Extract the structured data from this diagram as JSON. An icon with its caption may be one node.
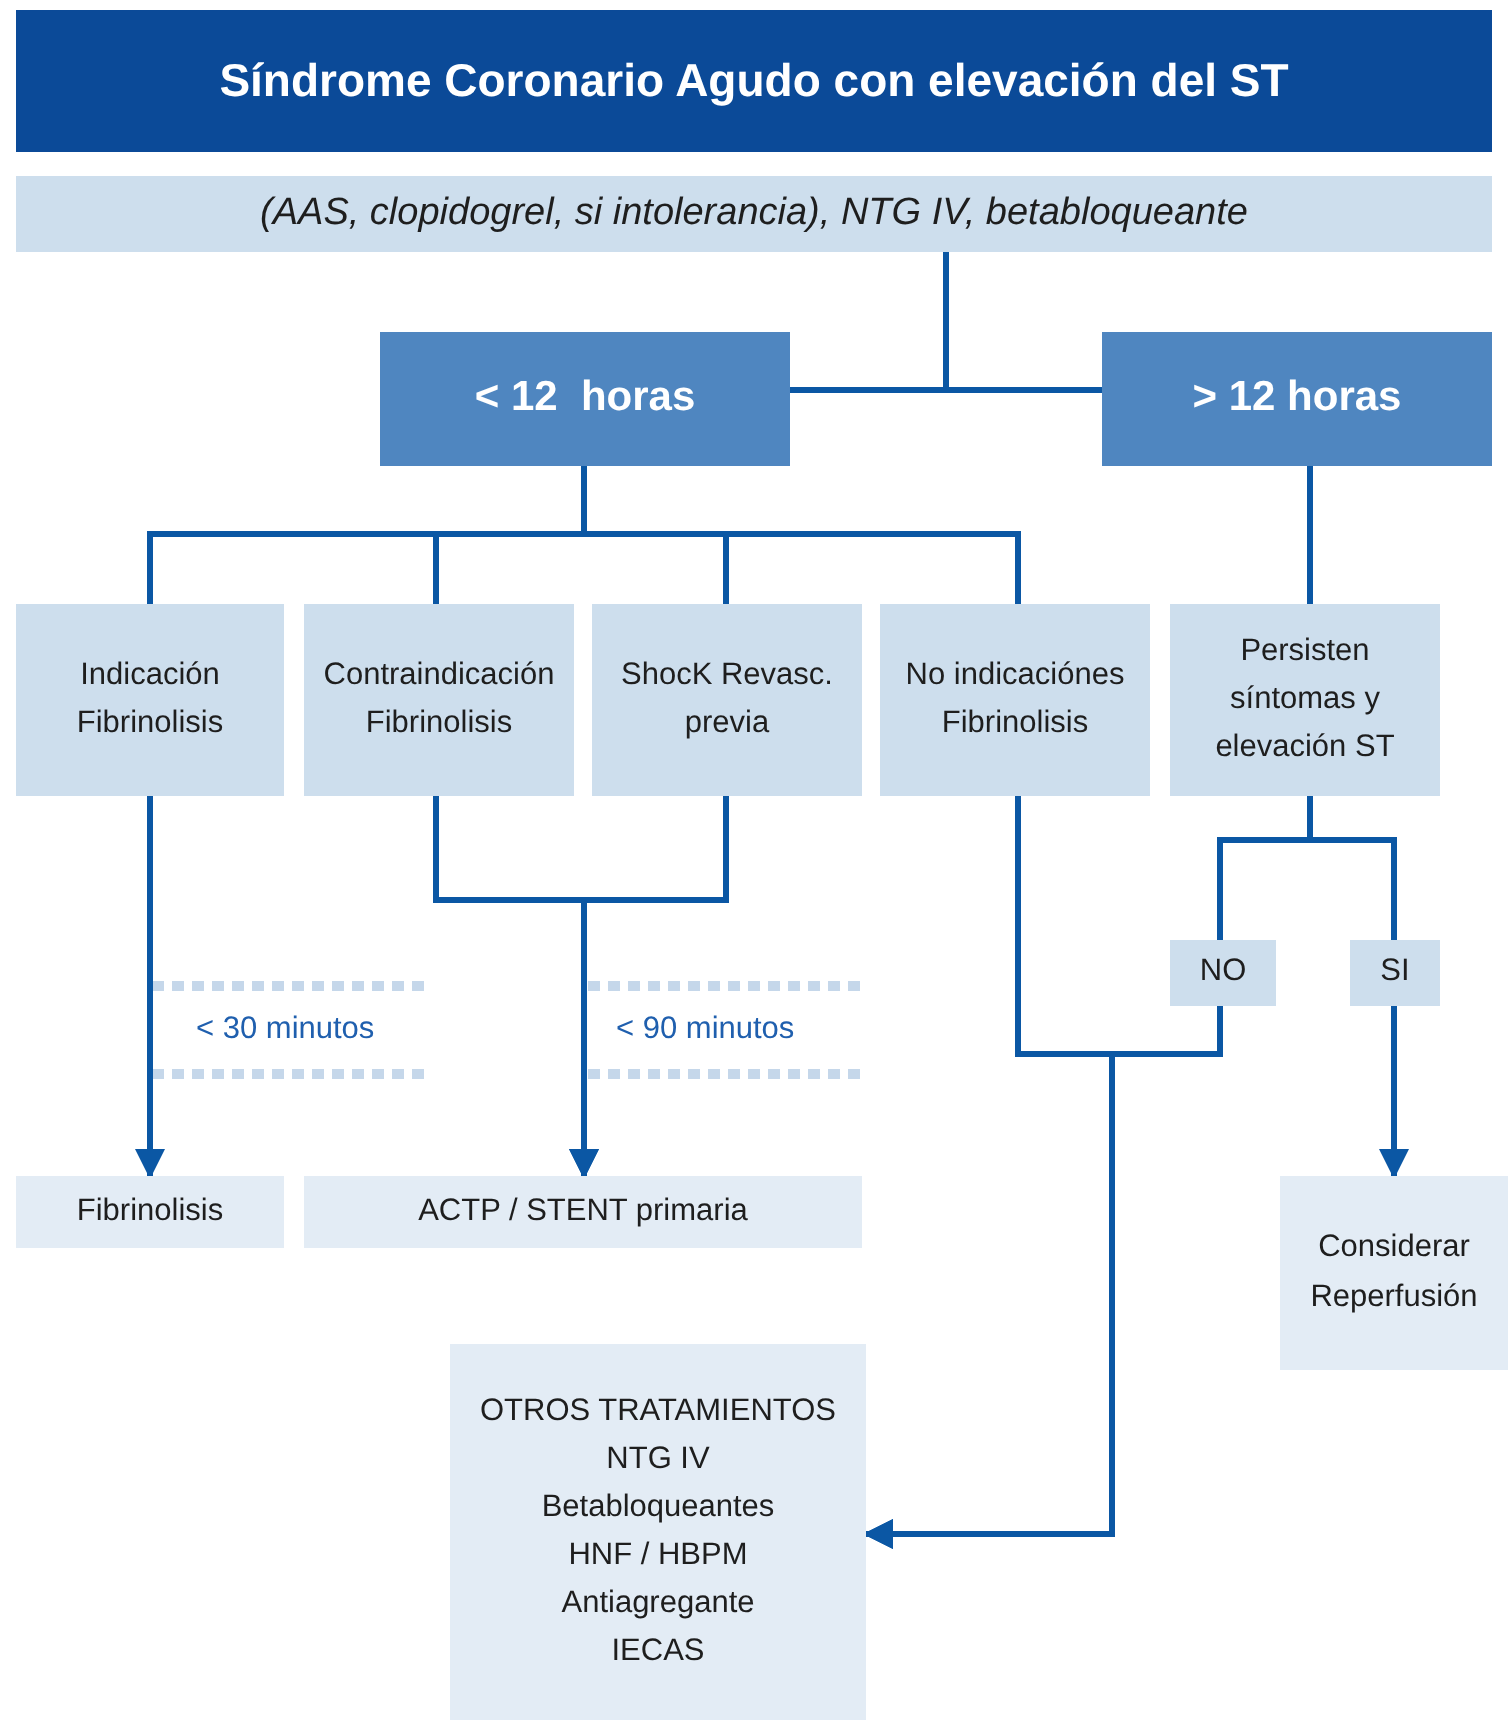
{
  "diagram": {
    "title": "Síndrome Coronario Agudo con elevación del ST",
    "nodes": [
      {
        "text": [
          "(AAS, clopidogrel, si intolerancia), NTG IV, betabloqueante"
        ]
      },
      {
        "text": [
          "< 12  horas"
        ]
      },
      {
        "text": [
          "> 12 horas"
        ]
      },
      {
        "text": [
          "Indicación Fibrinolisis"
        ]
      },
      {
        "text": [
          "Contraindicación Fibrinolisis"
        ]
      },
      {
        "text": [
          "ShocK Revasc. previa"
        ]
      },
      {
        "text": [
          "No indicaciónes Fibrinolisis"
        ]
      },
      {
        "text": [
          "Persisten síntomas y elevación ST"
        ]
      },
      {
        "text": [
          "NO"
        ]
      },
      {
        "text": [
          "SI"
        ]
      },
      {
        "text": [
          "Fibrinolisis"
        ]
      },
      {
        "text": [
          "ACTP / STENT primaria"
        ]
      },
      {
        "text": [
          "Considerar Reperfusión"
        ]
      },
      {
        "text": [
          "OTROS TRATAMIENTOS",
          "NTG IV",
          "Betabloqueantes",
          "HNF / HBPM",
          "Antiagregante",
          "IECAS"
        ]
      }
    ],
    "edges": [
      {
        "from": 0,
        "to": 1,
        "arrow": "none"
      },
      {
        "from": 0,
        "to": 2,
        "arrow": "none"
      },
      {
        "from": 1,
        "to": 3,
        "arrow": "none"
      },
      {
        "from": 1,
        "to": 4,
        "arrow": "none"
      },
      {
        "from": 1,
        "to": 5,
        "arrow": "none"
      },
      {
        "from": 1,
        "to": 6,
        "arrow": "none"
      },
      {
        "from": 2,
        "to": 7,
        "arrow": "none"
      },
      {
        "from": 3,
        "to": 10,
        "arrow": "to"
      },
      {
        "from": 4,
        "to": 11,
        "arrow": "to"
      },
      {
        "from": 5,
        "to": 11,
        "arrow": "to"
      },
      {
        "from": 7,
        "to": 8,
        "arrow": "none"
      },
      {
        "from": 7,
        "to": 9,
        "arrow": "none"
      },
      {
        "from": 9,
        "to": 12,
        "arrow": "to"
      },
      {
        "from": 6,
        "to": 13,
        "arrow": "to"
      },
      {
        "from": 8,
        "to": 13,
        "arrow": "to"
      }
    ],
    "labels": [
      "< 30 minutos",
      "< 90 minutos"
    ]
  }
}
